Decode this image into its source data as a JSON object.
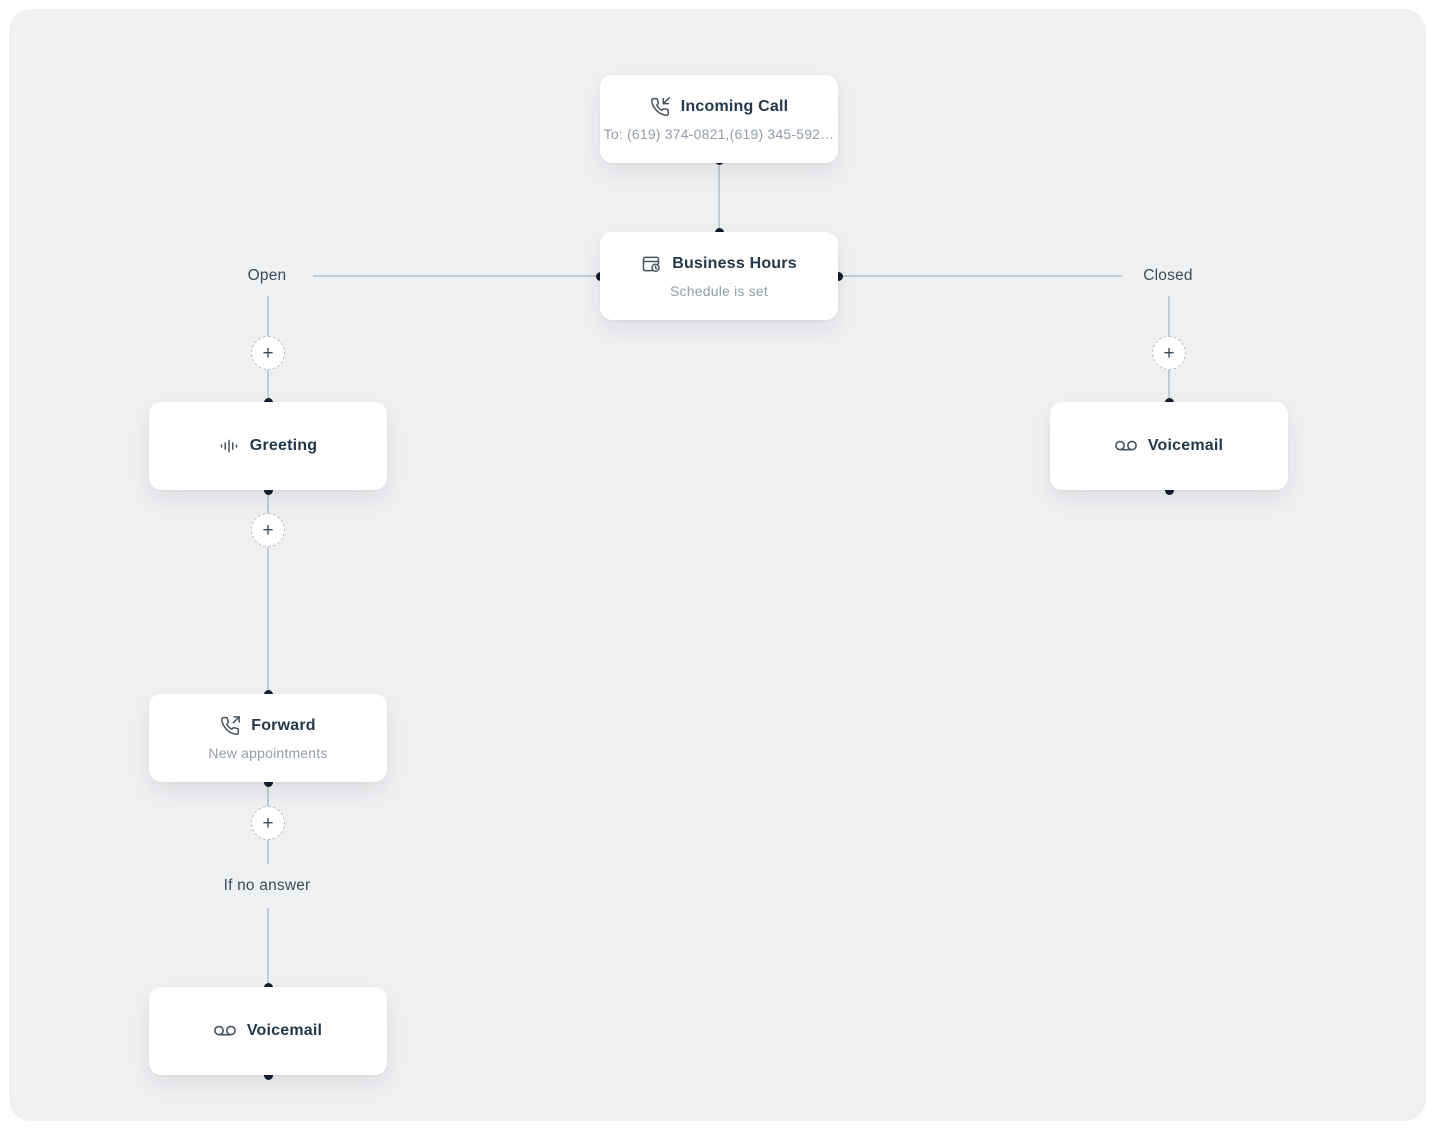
{
  "page": {
    "background": "#ffffff",
    "canvas_background": "#eff0f2"
  },
  "colors": {
    "card": "#ffffff",
    "title_text": "#24384a",
    "subtitle_text": "#949da9",
    "label_text": "#3d4a57",
    "connector_line": "#c6cbd1",
    "connection_dot": "#161e2d",
    "icon": "#47545f",
    "add_button_border": "#b7bec6"
  },
  "nodes": [
    {
      "id": "incoming-call",
      "icon": "phone-incoming-icon",
      "title": "Incoming Call",
      "subtitle": "To: (619) 374-0821,(619) 345-592…"
    },
    {
      "id": "business-hours",
      "icon": "calendar-clock-icon",
      "title": "Business Hours",
      "subtitle": "Schedule is set"
    },
    {
      "id": "greeting",
      "icon": "waveform-icon",
      "title": "Greeting"
    },
    {
      "id": "forward",
      "icon": "phone-outgoing-icon",
      "title": "Forward",
      "subtitle": "New appointments"
    },
    {
      "id": "voicemail-after-forward",
      "icon": "voicemail-icon",
      "title": "Voicemail"
    },
    {
      "id": "voicemail-closed",
      "icon": "voicemail-icon",
      "title": "Voicemail"
    }
  ],
  "labels": {
    "open": "Open",
    "closed": "Closed",
    "no_answer": "If no answer"
  },
  "add_button": {
    "label": "+"
  }
}
